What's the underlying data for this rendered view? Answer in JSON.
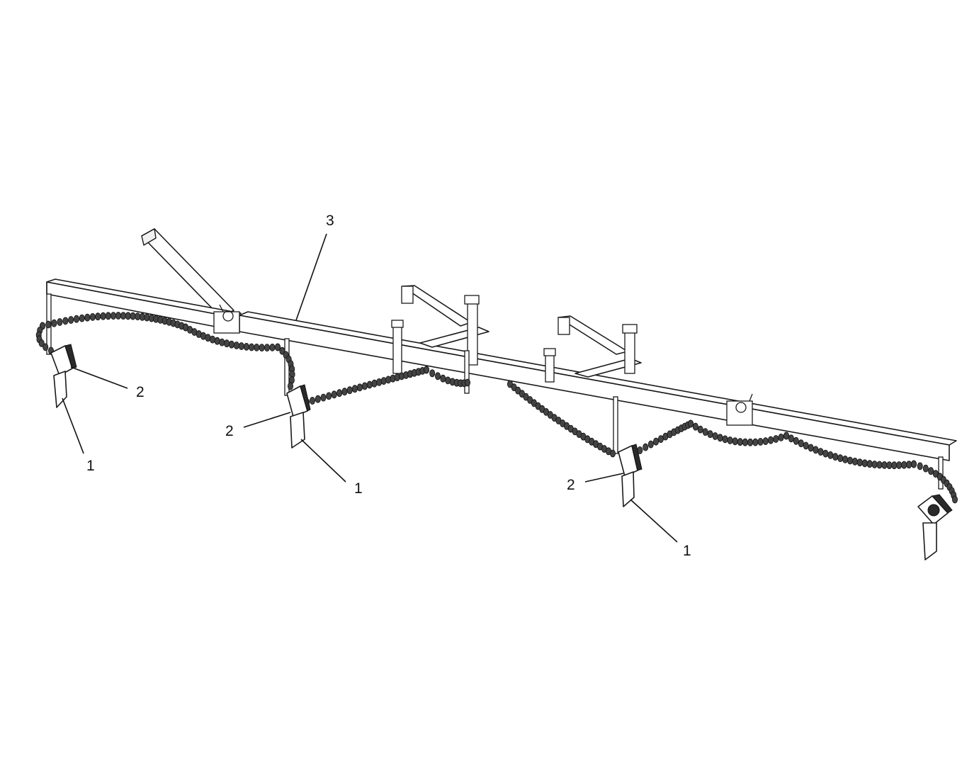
{
  "figure": {
    "callouts": [
      {
        "id": "c1a",
        "text": "1"
      },
      {
        "id": "c1b",
        "text": "1"
      },
      {
        "id": "c1c",
        "text": "1"
      },
      {
        "id": "c2a",
        "text": "2"
      },
      {
        "id": "c2b",
        "text": "2"
      },
      {
        "id": "c2c",
        "text": "2"
      },
      {
        "id": "c3",
        "text": "3"
      }
    ]
  }
}
